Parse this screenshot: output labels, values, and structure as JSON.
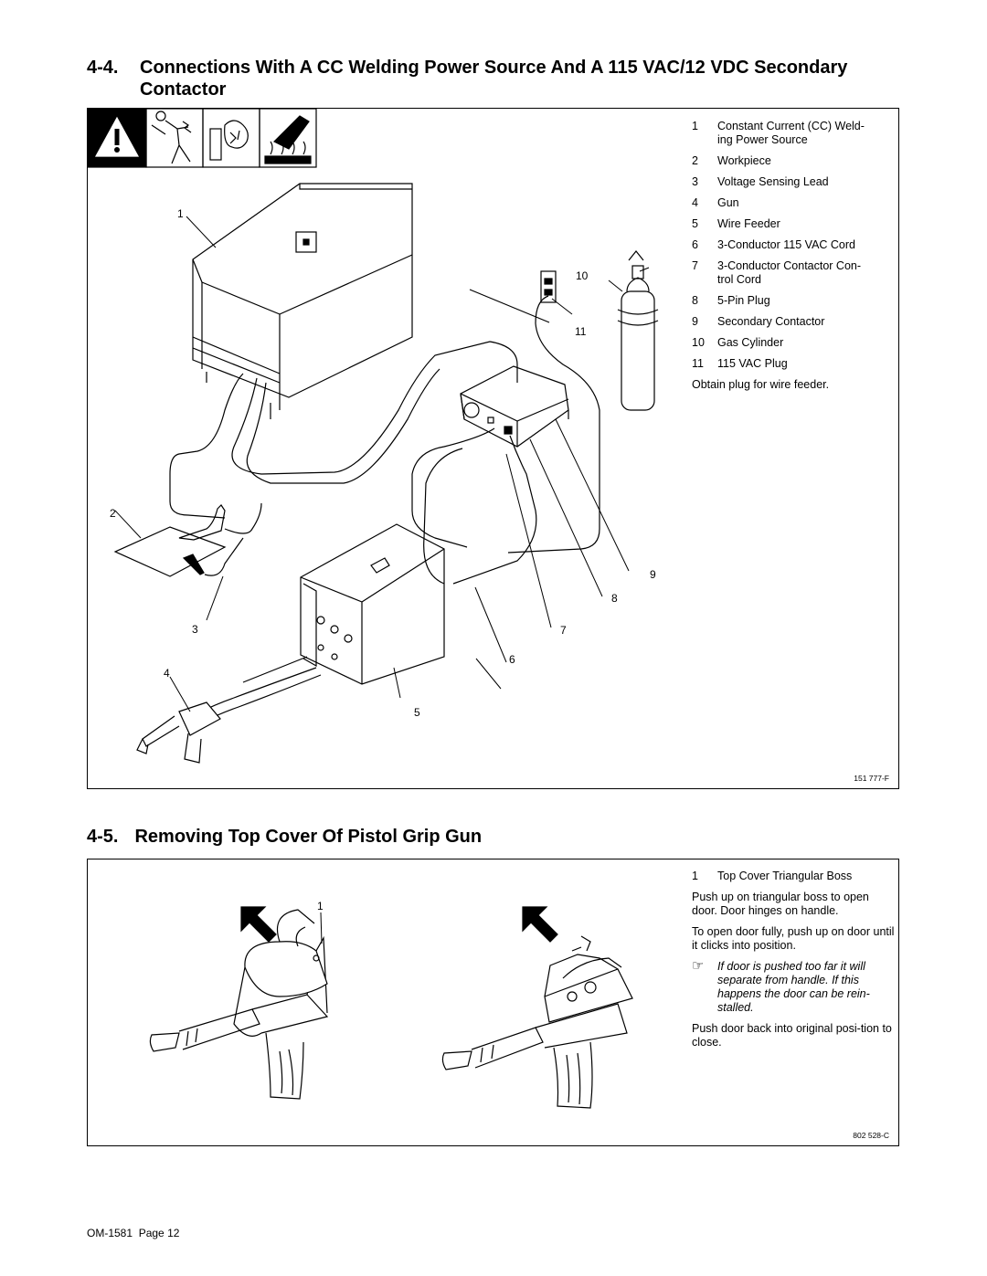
{
  "section1": {
    "number": "4-4.",
    "title": "Connections With A CC Welding Power Source And A 115 VAC/12 VDC Secondary Contactor",
    "legend": [
      {
        "n": "1",
        "text": "Constant Current (CC) Weld-\ning Power Source"
      },
      {
        "n": "2",
        "text": "Workpiece"
      },
      {
        "n": "3",
        "text": "Voltage Sensing Lead"
      },
      {
        "n": "4",
        "text": "Gun"
      },
      {
        "n": "5",
        "text": "Wire Feeder"
      },
      {
        "n": "6",
        "text": "3-Conductor 115 VAC Cord"
      },
      {
        "n": "7",
        "text": "3-Conductor Contactor Con-\ntrol Cord"
      },
      {
        "n": "8",
        "text": "5-Pin Plug"
      },
      {
        "n": "9",
        "text": "Secondary Contactor"
      },
      {
        "n": "10",
        "text": "Gas Cylinder"
      },
      {
        "n": "11",
        "text": "115 VAC Plug"
      }
    ],
    "legend_note": "Obtain plug for wire feeder.",
    "figure_ref": "151 777-F",
    "callouts": [
      "1",
      "2",
      "3",
      "4",
      "5",
      "6",
      "7",
      "8",
      "9",
      "10",
      "11"
    ]
  },
  "section2": {
    "number": "4-5.",
    "title": "Removing Top Cover Of Pistol Grip Gun",
    "legend": [
      {
        "n": "1",
        "text": "Top Cover Triangular Boss"
      }
    ],
    "paragraphs": [
      "Push up on triangular boss to open door. Door hinges on handle.",
      "To open door fully, push up on door until it clicks into position."
    ],
    "note": "If door is pushed too far it will separate from handle. If this happens the door can be rein-stalled.",
    "closing": "Push door back into original posi-tion to close.",
    "figure_ref": "802 528-C",
    "callout": "1"
  },
  "footer": {
    "doc": "OM-1581",
    "page": "Page 12"
  },
  "icons": [
    "warning-triangle-icon",
    "electric-shock-icon",
    "fumes-gases-icon",
    "hot-parts-icon",
    "hand-pointer-icon",
    "arrow-up-left-icon"
  ]
}
